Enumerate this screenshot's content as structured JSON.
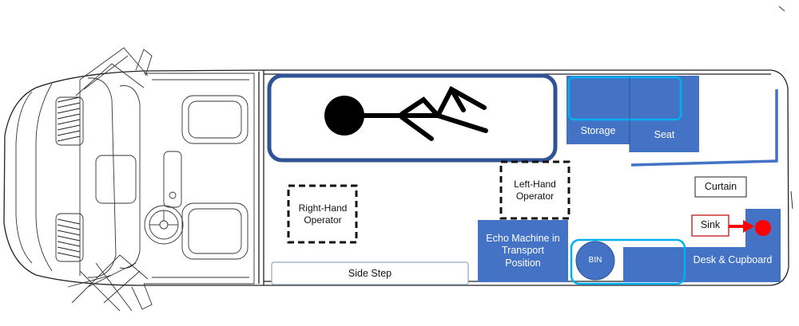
{
  "labels": {
    "storage": "Storage",
    "seat": "Seat",
    "curtain": "Curtain",
    "sink": "Sink",
    "desk_cupboard": "Desk & Cupboard",
    "bin": "BIN",
    "echo_machine": "Echo Machine in Transport Position",
    "side_step": "Side Step",
    "right_hand_operator": "Right-Hand Operator",
    "left_hand_operator": "Left-Hand Operator"
  },
  "colors": {
    "equipment_fill": "#4472c4",
    "stretcher_border": "#2f5496",
    "highlight_outline": "#00b0f0",
    "arrow": "#ff0000",
    "sink_border": "#c00000",
    "outline": "#222222"
  }
}
